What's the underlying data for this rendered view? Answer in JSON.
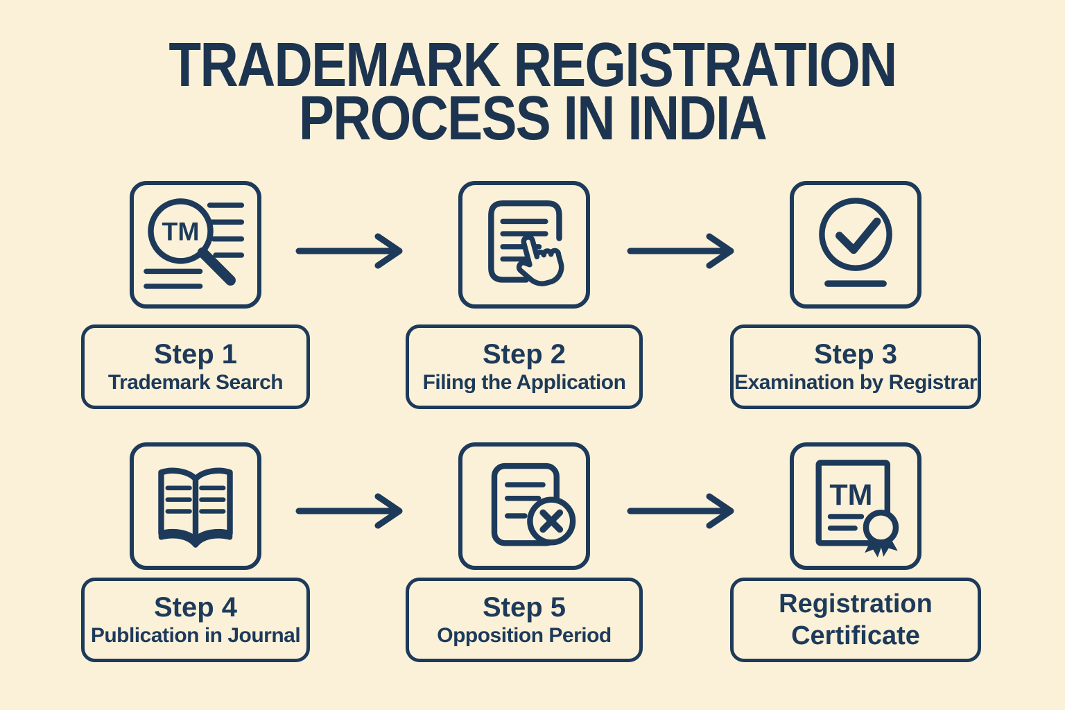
{
  "colors": {
    "background": "#fbf1d8",
    "ink": "#1d3a5a",
    "title_ink": "#1c344f"
  },
  "title": {
    "line1": "TRADEMARK REGISTRATION",
    "line2": "PROCESS IN INDIA"
  },
  "icon_text": {
    "tm": "TM"
  },
  "steps": [
    {
      "icon": "trademark-search-icon",
      "line1": "Step 1",
      "line2": "Trademark Search"
    },
    {
      "icon": "filing-application-icon",
      "line1": "Step 2",
      "line2": "Filing the Application"
    },
    {
      "icon": "examination-icon",
      "line1": "Step 3",
      "line2": "Examination by Registrar"
    },
    {
      "icon": "publication-journal-icon",
      "line1": "Step 4",
      "line2": "Publication in Journal"
    },
    {
      "icon": "opposition-icon",
      "line1": "Step 5",
      "line2": "Opposition Period"
    },
    {
      "icon": "registration-certificate-icon",
      "line1": "Registration",
      "line2": "Certificate"
    }
  ]
}
